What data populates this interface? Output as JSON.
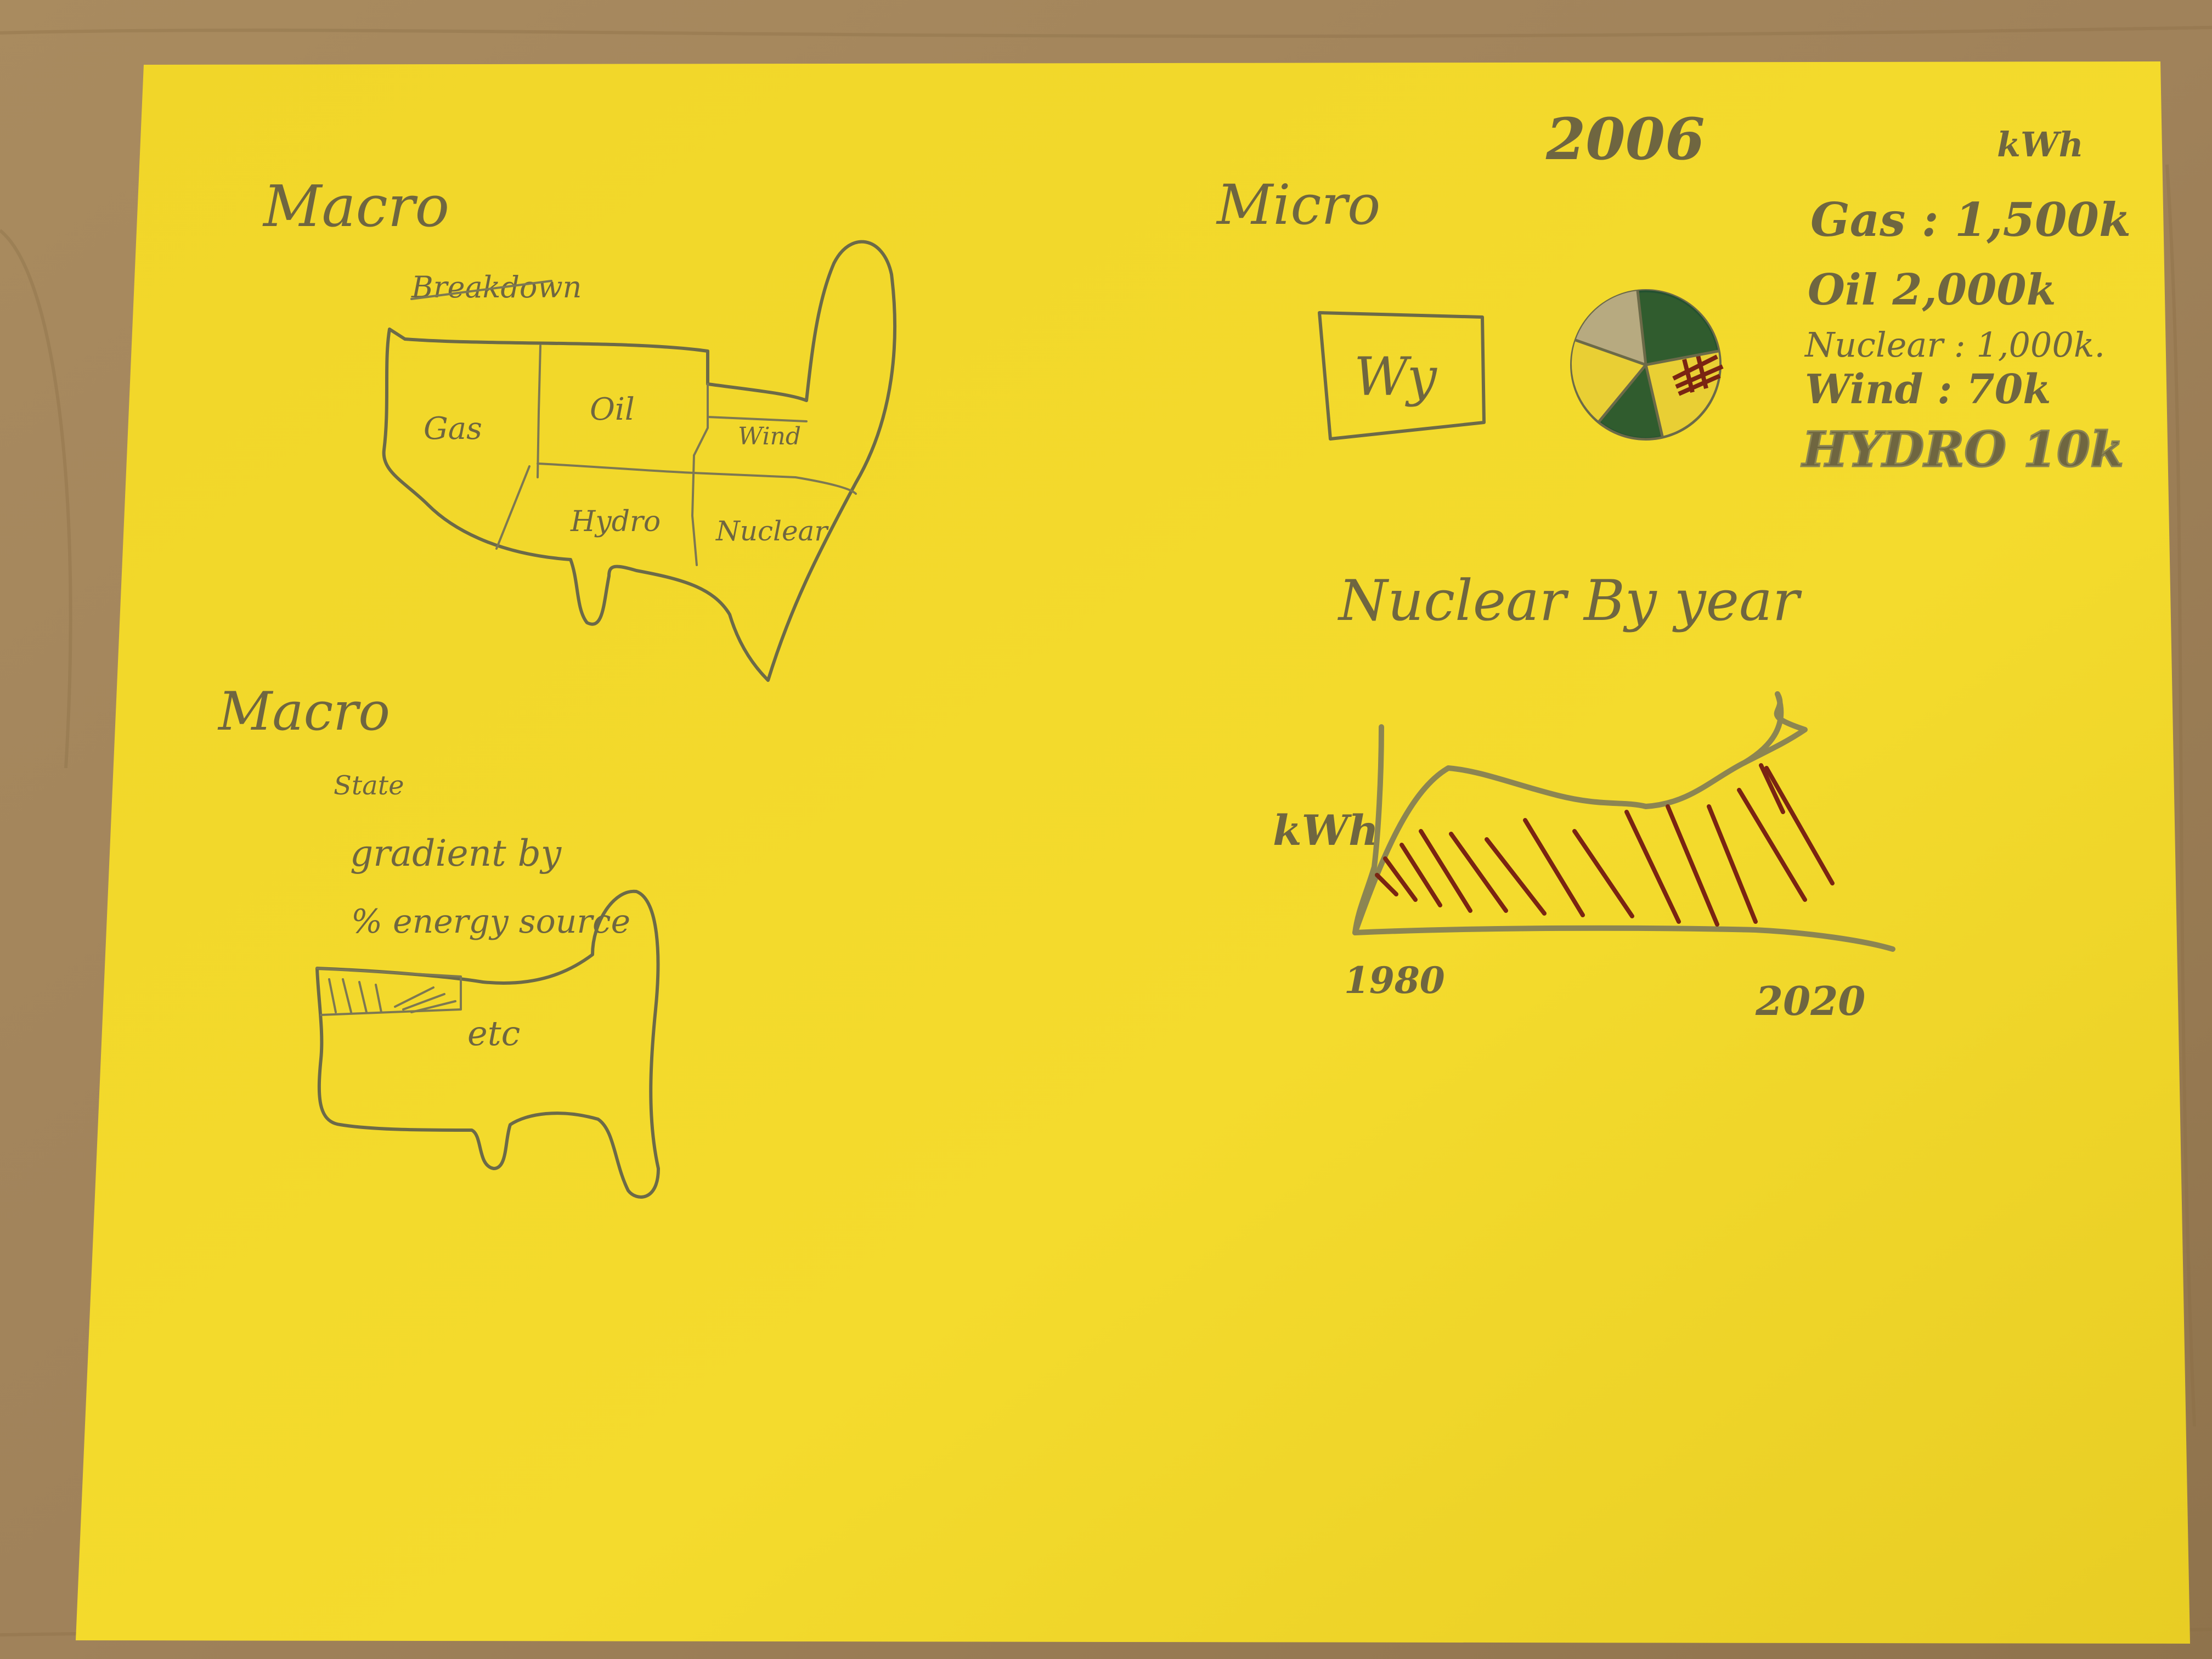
{
  "colors": {
    "table": "#a4875c",
    "table_dark": "#8a6f48",
    "paper": "#f2d92a",
    "paper_shadow": "#dcc21c",
    "pencil": "#6c6a48",
    "gold_marker": "#8c8552",
    "green_marker": "#17502c",
    "red_marker": "#7a2412"
  },
  "breakdown_map": {
    "heading": "Macro",
    "subheading": "Breakdown",
    "regions": [
      "Gas",
      "Oil",
      "Wind",
      "Hydro",
      "Nuclear"
    ]
  },
  "state_map": {
    "heading": "Macro",
    "subheading": "State",
    "note_line1": "gradient by",
    "note_line2": "% energy source",
    "etc_label": "etc"
  },
  "micro": {
    "heading": "Micro",
    "year": "2006",
    "unit": "kWh",
    "state_label": "Wy",
    "legend": [
      {
        "label": "Gas : 1,500k",
        "color": "#17502c"
      },
      {
        "label": "Oil 2,000k",
        "color": "#17502c"
      },
      {
        "label": "Nuclear : 1,000k.",
        "color": "#8c8552"
      },
      {
        "label": "Wind : 70k",
        "color": "#7a2412"
      },
      {
        "label": "HYDRO 10k",
        "color": "#8c8552"
      }
    ],
    "pie_icon": "pie-chart-sketch"
  },
  "nuclear_chart": {
    "title": "Nuclear By year",
    "ylabel": "kWh",
    "xstart": "1980",
    "xend": "2020"
  }
}
